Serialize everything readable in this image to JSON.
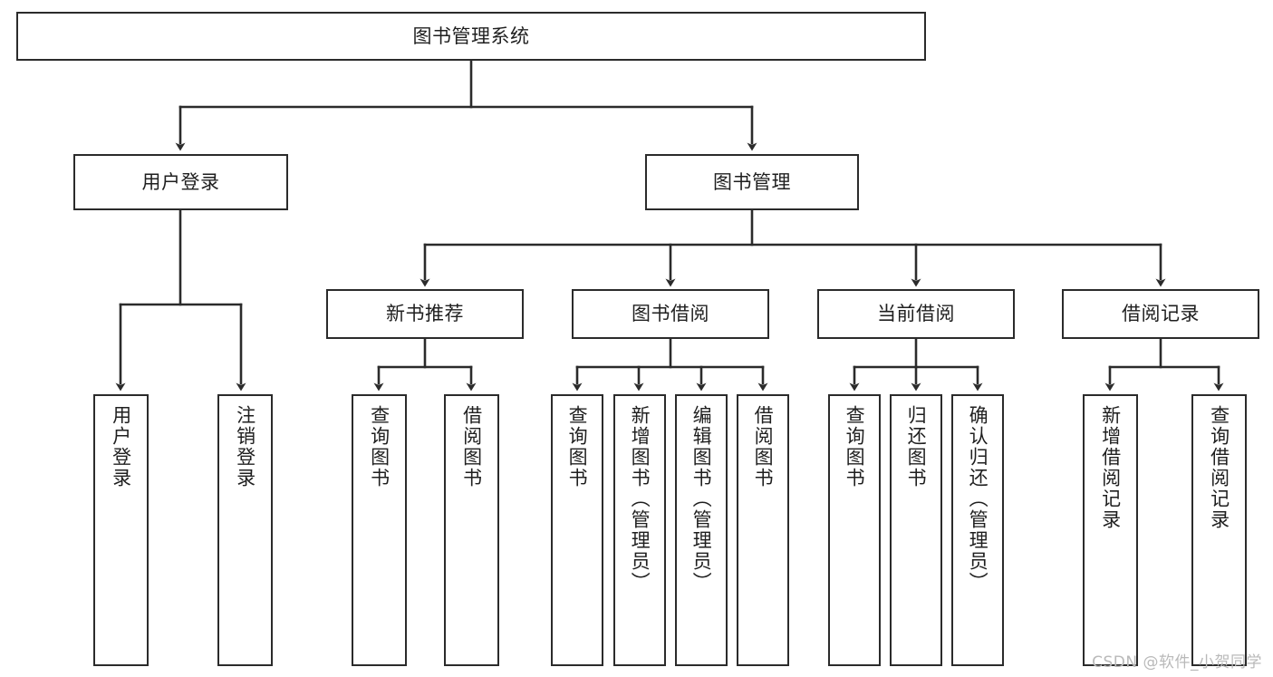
{
  "diagram": {
    "title": "图书管理系统",
    "type": "tree-hierarchy",
    "colors": {
      "stroke": "#2b2b2b",
      "fill": "#ffffff",
      "text": "#1f1f1f",
      "watermark": "#b9b9b9"
    },
    "root": {
      "label": "图书管理系统"
    },
    "level2": [
      {
        "label": "用户登录"
      },
      {
        "label": "图书管理"
      }
    ],
    "level3": [
      {
        "label": "新书推荐"
      },
      {
        "label": "图书借阅"
      },
      {
        "label": "当前借阅"
      },
      {
        "label": "借阅记录"
      }
    ],
    "leaves": {
      "user_login": [
        {
          "label": "用户登录"
        },
        {
          "label": "注销登录"
        }
      ],
      "new_book": [
        {
          "label": "查询图书"
        },
        {
          "label": "借阅图书"
        }
      ],
      "book_borrow": [
        {
          "label": "查询图书"
        },
        {
          "label": "新增图书（管理员）"
        },
        {
          "label": "编辑图书（管理员）"
        },
        {
          "label": "借阅图书"
        }
      ],
      "current_borrow": [
        {
          "label": "查询图书"
        },
        {
          "label": "归还图书"
        },
        {
          "label": "确认归还（管理员）"
        }
      ],
      "borrow_record": [
        {
          "label": "新增借阅记录"
        },
        {
          "label": "查询借阅记录"
        }
      ]
    }
  },
  "watermark": {
    "text": "CSDN @软件_小贺同学"
  }
}
